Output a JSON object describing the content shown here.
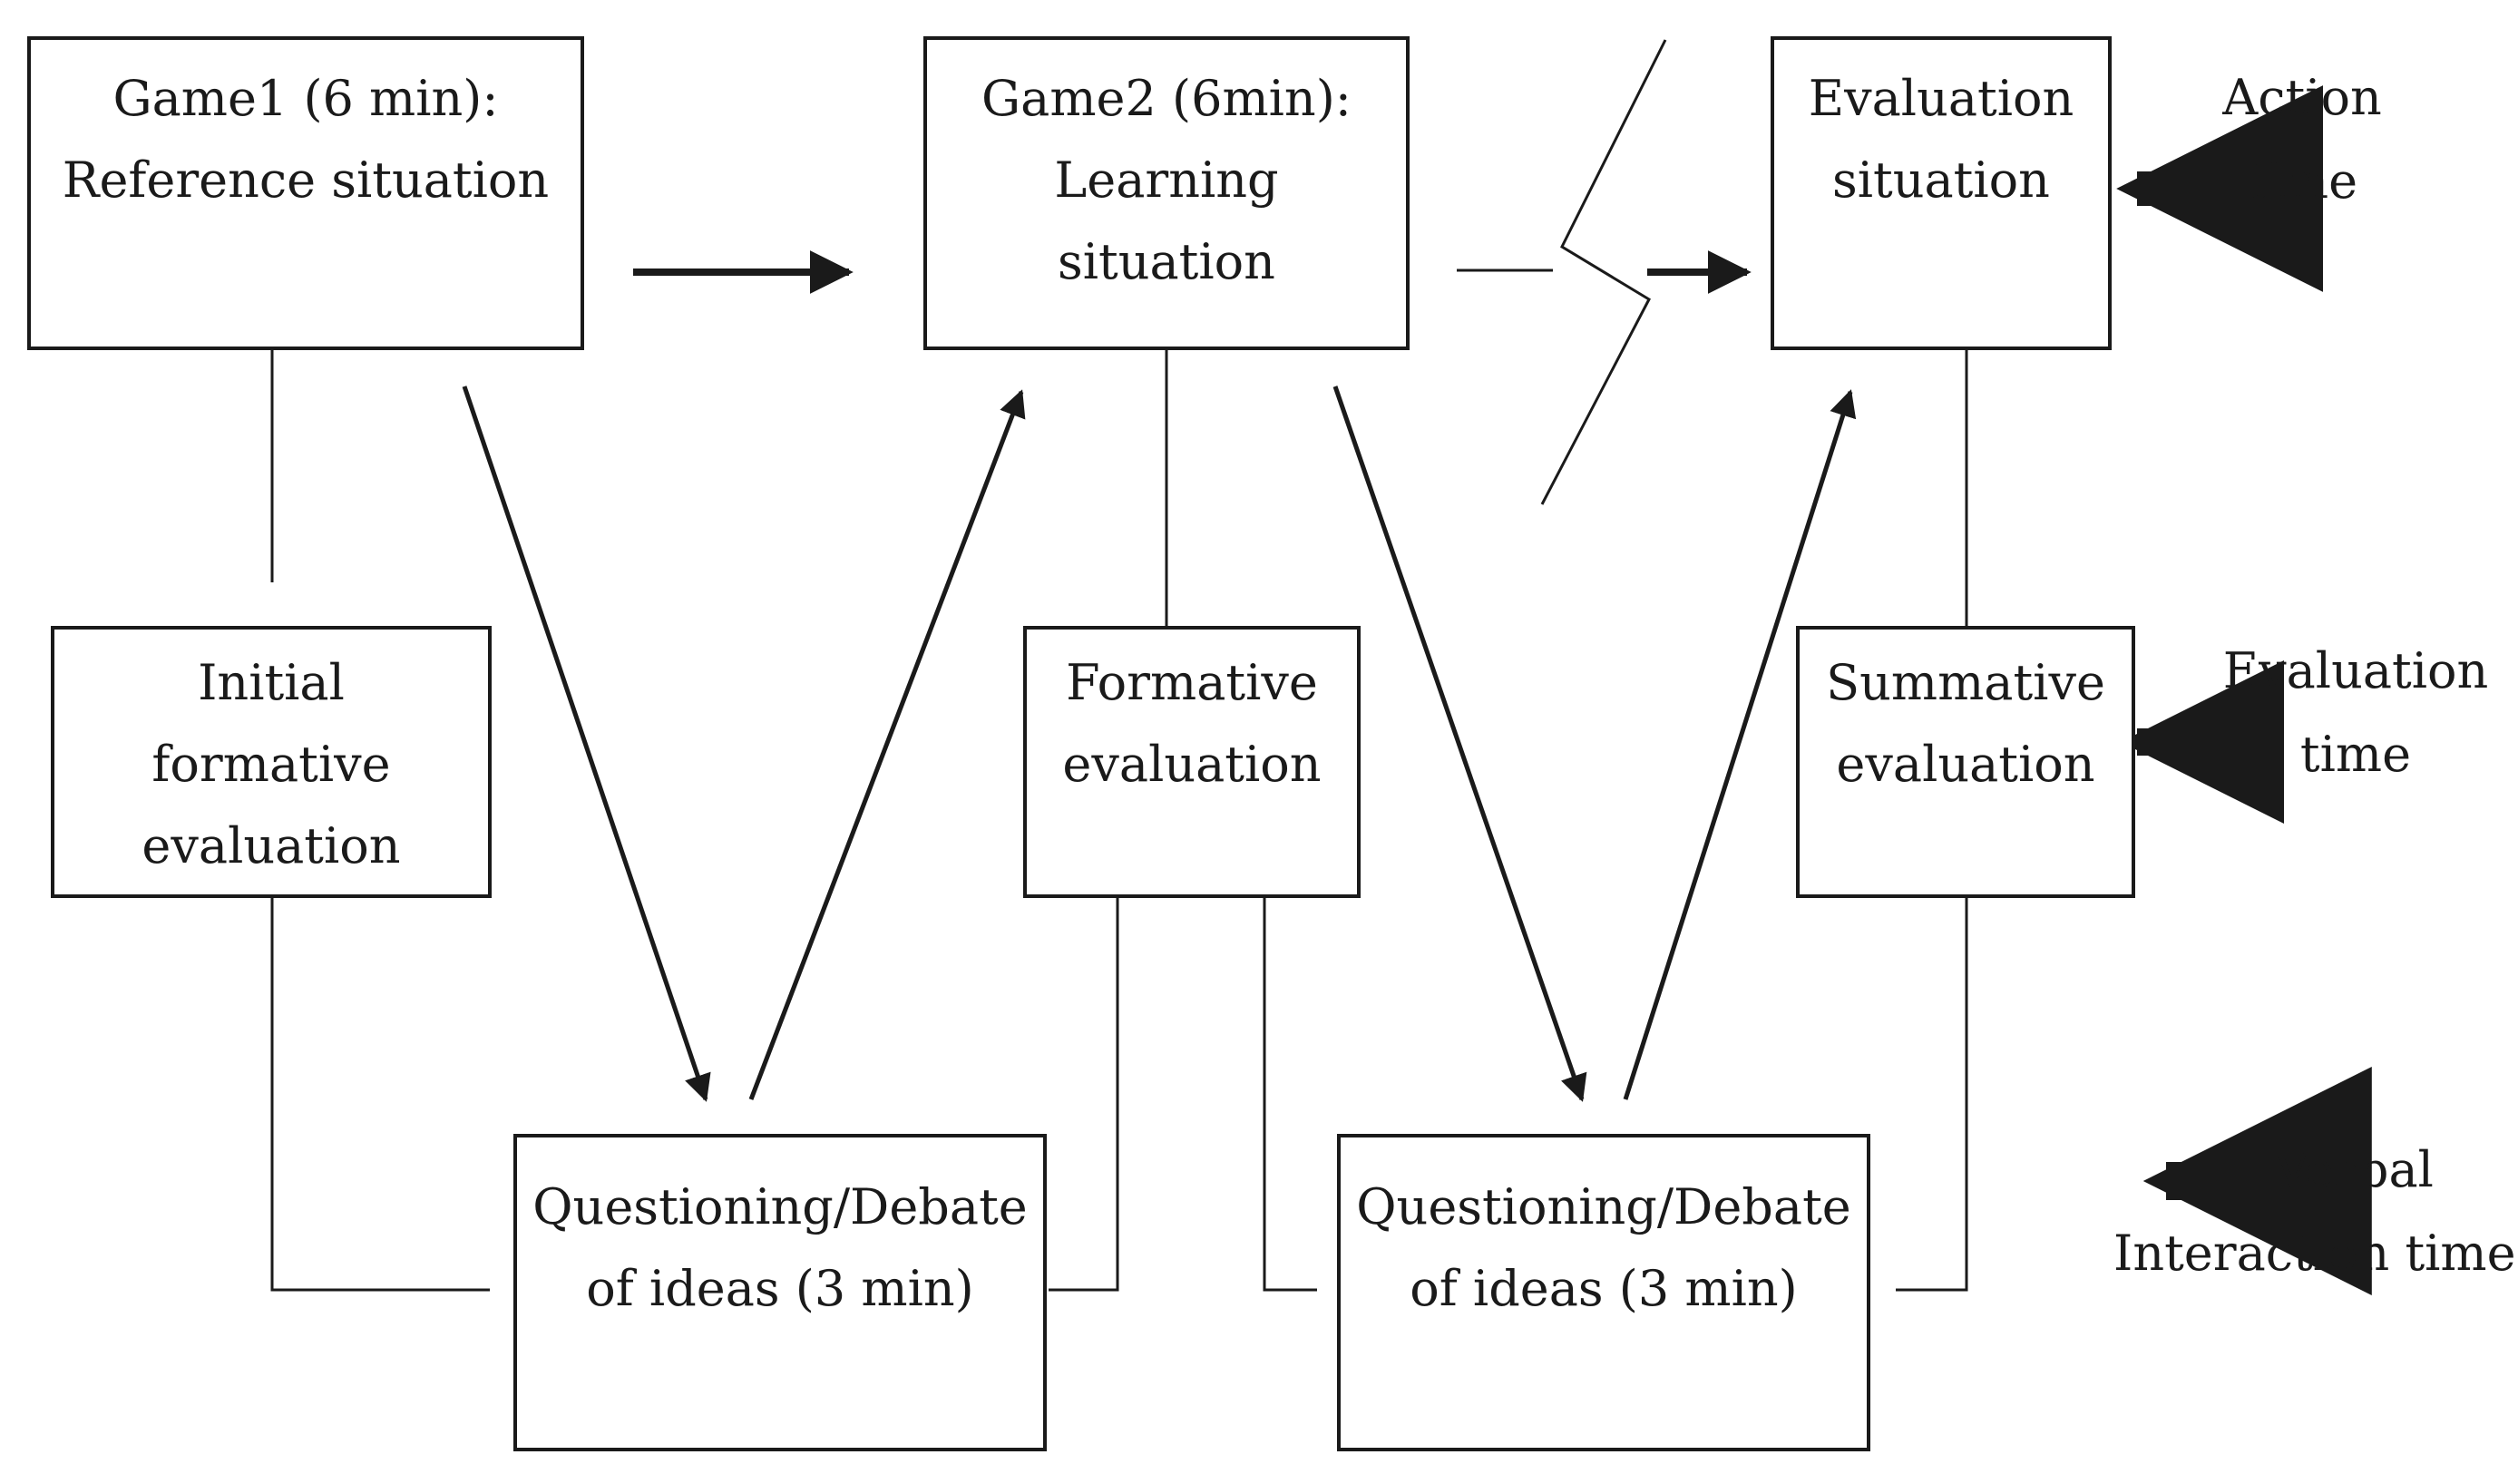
{
  "boxes": {
    "game1": [
      "Game1 (6 min):",
      "Reference situation"
    ],
    "game2": [
      "Game2 (6min):",
      "Learning",
      "situation"
    ],
    "evaluation_situation": [
      "Evaluation",
      "situation"
    ],
    "initial_formative": [
      "Initial",
      "formative",
      "evaluation"
    ],
    "formative": [
      "Formative",
      "evaluation"
    ],
    "summative": [
      "Summative",
      "evaluation"
    ],
    "questioning1": [
      "Questioning/Debate",
      "of ideas (3 min)"
    ],
    "questioning2": [
      "Questioning/Debate",
      "of ideas (3 min)"
    ]
  },
  "side_labels": {
    "action_time": [
      "Action",
      "time"
    ],
    "evaluation_time": [
      "Evaluation",
      "time"
    ],
    "verbal_time": [
      "Verbal",
      "Interaction time"
    ]
  },
  "colors": {
    "ink": "#1a1a1a",
    "background": "#ffffff"
  }
}
